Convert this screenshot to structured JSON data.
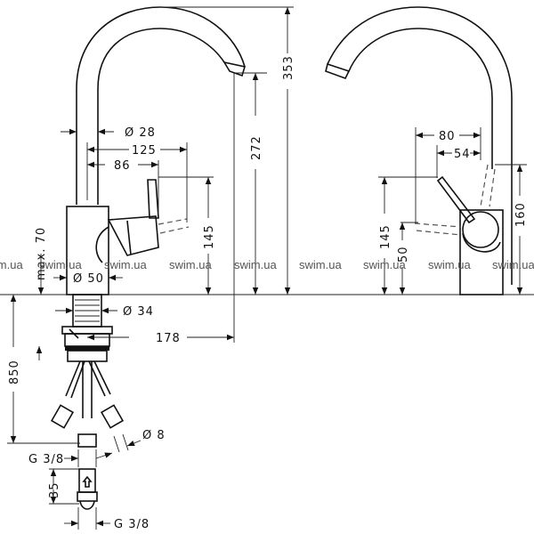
{
  "watermark": "swim.ua",
  "colors": {
    "line": "#111111",
    "watermark": "#555555",
    "background": "#ffffff"
  },
  "front_view": {
    "dims": {
      "spout_diameter": "Ø 28",
      "handle_reach_125": "125",
      "handle_reach_86": "86",
      "spout_height": "272",
      "total_height": "353",
      "lever_height": "145",
      "max_deck": "max. 70",
      "body_diameter": "Ø 50",
      "shank_diameter": "Ø 34",
      "spout_reach": "178",
      "hose_length": "850",
      "hose_diameter": "Ø 8",
      "connection_top": "G 3/8",
      "valve_length": "35",
      "connection_bottom": "G 3/8"
    }
  },
  "side_view": {
    "dims": {
      "lever_reach_80": "80",
      "lever_reach_54": "54",
      "lever_height": "145",
      "lever_low": "50",
      "body_height": "160"
    }
  }
}
